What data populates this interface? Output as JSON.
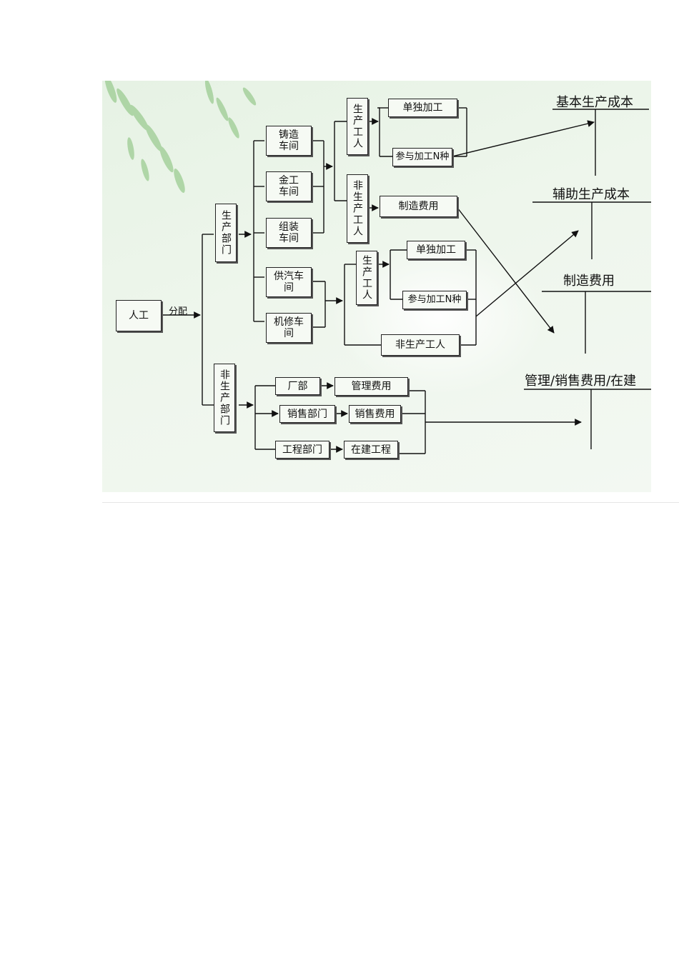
{
  "diagram": {
    "root": "人工",
    "alloc_label": "分配",
    "prod_dept": "生产部门",
    "nonprod_dept": "非生产部门",
    "workshops": [
      "铸造\n车间",
      "金工\n车间",
      "组装\n车间",
      "供汽车\n间",
      "机修车\n间"
    ],
    "group1": {
      "prod_workers": "生产工人",
      "nonprod_workers": "非生产工人",
      "single_process": "单独加工",
      "multi_process": "参与加工N种",
      "mfg_overhead": "制造费用"
    },
    "group2": {
      "prod_workers": "生产工人",
      "single_process": "单独加工",
      "multi_process": "参与加工N种",
      "nonprod_workers": "非生产工人"
    },
    "nonprod_units": {
      "factory": "厂部",
      "mgmt_expense": "管理费用",
      "sales_dept": "销售部门",
      "sales_expense": "销售费用",
      "eng_dept": "工程部门",
      "construction": "在建工程"
    },
    "accounts": {
      "basic_cost": "基本生产成本",
      "aux_cost": "辅助生产成本",
      "mfg_overhead": "制造费用",
      "mgmt_sales": "管理/销售费用/在建"
    }
  }
}
